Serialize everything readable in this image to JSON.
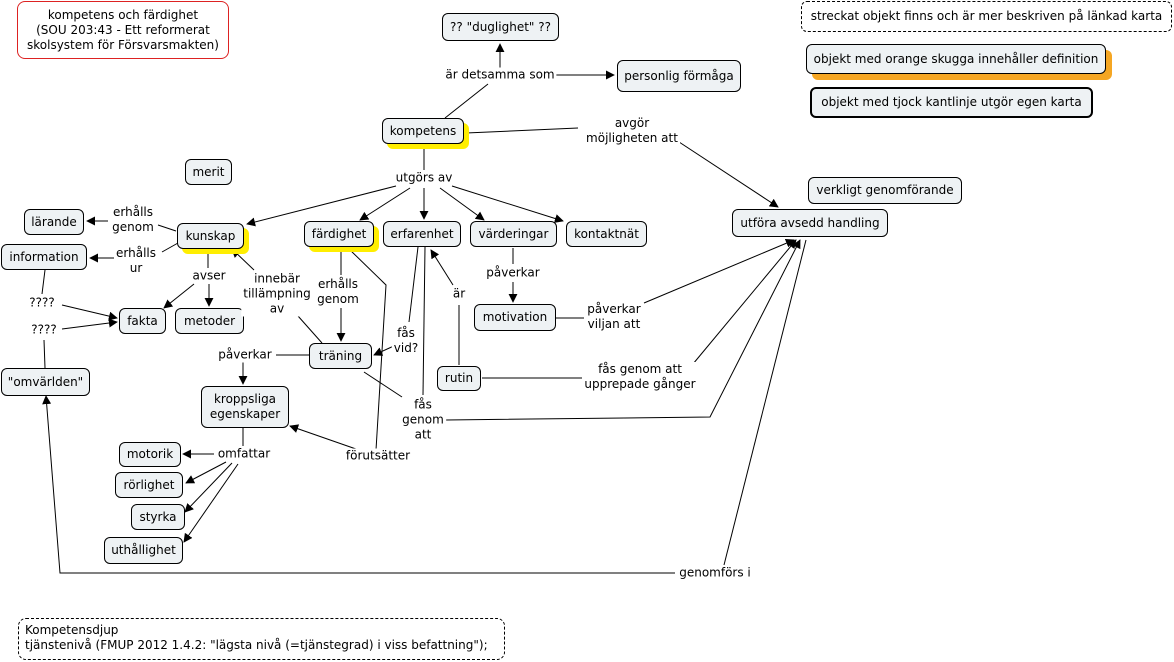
{
  "title": [
    "kompetens och färdighet",
    "(SOU 203:43 - Ett reformerat",
    "skolsystem för Försvarsmakten)"
  ],
  "legend": {
    "dashed": "streckat objekt finns och är mer beskriven på länkad karta",
    "orange": "objekt med orange skugga innehåller definition",
    "thick": "objekt med tjock kantlinje utgör egen karta"
  },
  "footer_note": [
    "Kompetensdjup",
    "tjänstenivå (FMUP 2012 1.4.2: \"lägsta nivå (=tjänstegrad) i viss befattning\");"
  ],
  "nodes": {
    "duglighet": "?? \"duglighet\" ??",
    "personlig_formaga": "personlig förmåga",
    "kompetens": "kompetens",
    "merit": "merit",
    "verkligt_genomforande": "verkligt genomförande",
    "utfora_avsedd_handling": "utföra avsedd handling",
    "larande": "lärande",
    "kunskap": "kunskap",
    "information": "information",
    "fardighet": "färdighet",
    "erfarenhet": "erfarenhet",
    "varderingar": "värderingar",
    "kontaktnat": "kontaktnät",
    "fakta": "fakta",
    "metoder": "metoder",
    "motivation": "motivation",
    "traning": "träning",
    "rutin": "rutin",
    "omvarlden": "\"omvärlden\"",
    "kroppsliga_egenskaper": [
      "kroppsliga",
      "egenskaper"
    ],
    "motorik": "motorik",
    "rorlighet": "rörlighet",
    "styrka": "styrka",
    "uthallighet": "uthållighet"
  },
  "link_labels": {
    "ar_detsamma_som": "är detsamma som",
    "avgor_mojligheten_att": [
      "avgör",
      "möjligheten att"
    ],
    "utgors_av": "utgörs av",
    "erhalls_genom_1": [
      "erhålls",
      "genom"
    ],
    "erhalls_ur": [
      "erhålls",
      "ur"
    ],
    "avser": "avser",
    "innebar_tillampning_av": [
      "innebär",
      "tillämpning",
      "av"
    ],
    "erhalls_genom_2": [
      "erhålls",
      "genom"
    ],
    "paverkar_1": "påverkar",
    "ar": "är",
    "fas_vid": [
      "fås",
      "vid?"
    ],
    "paverkar_viljan_att": [
      "påverkar",
      "viljan att"
    ],
    "fas_genom_att_upprepade": [
      "fås genom att",
      "upprepade gånger"
    ],
    "paverkar_2": "påverkar",
    "fas_genom_att": [
      "fås",
      "genom",
      "att"
    ],
    "q1": "????",
    "q2": "????",
    "omfattar": "omfattar",
    "forutsatter": "förutsätter",
    "genomfors_i": "genomförs i"
  }
}
